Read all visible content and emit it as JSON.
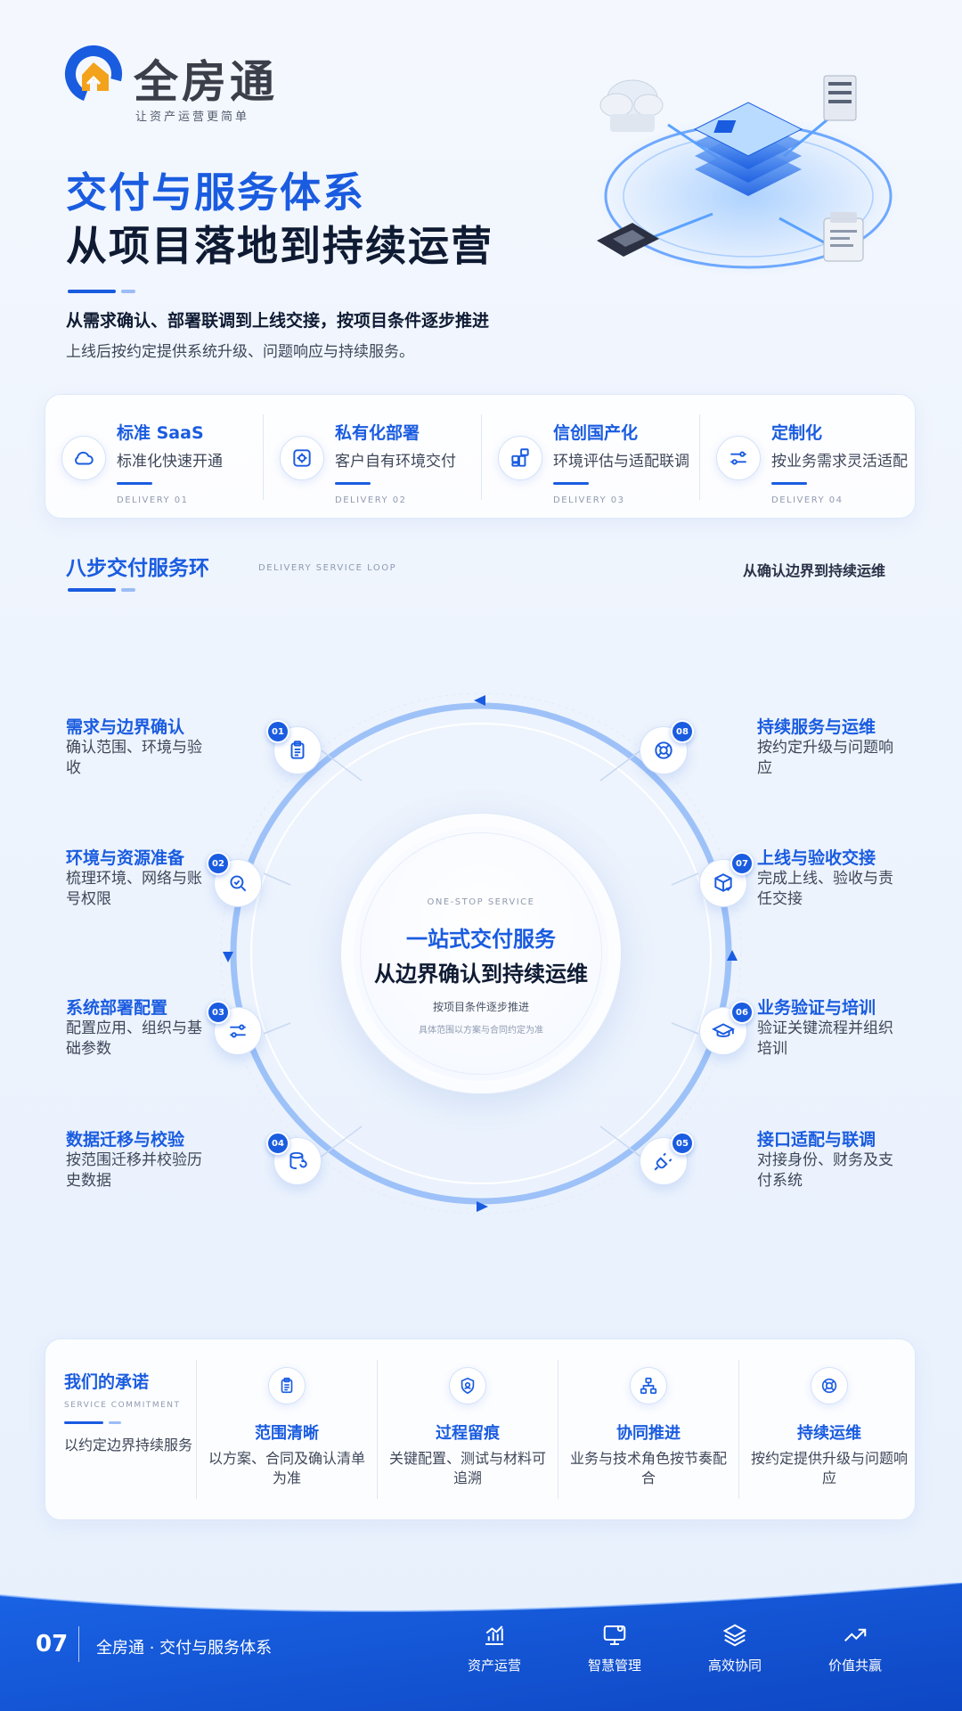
{
  "brand": {
    "name": "全房通",
    "slogan": "让资产运营更简单"
  },
  "header": {
    "title_line1": "交付与服务体系",
    "title_line2": "从项目落地到持续运营",
    "lead_bold": "从需求确认、部署联调到上线交接，按项目条件逐步推进",
    "lead_sub": "上线后按约定提供系统升级、问题响应与持续服务。"
  },
  "delivery_modes": [
    {
      "title": "标准 SaaS",
      "desc": "标准化快速开通",
      "code": "DELIVERY 01",
      "icon": "cloud-icon"
    },
    {
      "title": "私有化部署",
      "desc": "客户自有环境交付",
      "code": "DELIVERY 02",
      "icon": "server-gear-icon"
    },
    {
      "title": "信创国产化",
      "desc": "环境评估与适配联调",
      "code": "DELIVERY 03",
      "icon": "grid-plus-icon"
    },
    {
      "title": "定制化",
      "desc": "按业务需求灵活适配",
      "code": "DELIVERY 04",
      "icon": "sliders-icon"
    }
  ],
  "loop_section": {
    "title": "八步交付服务环",
    "subtitle_en": "DELIVERY SERVICE LOOP",
    "right_note": "从确认边界到持续运维"
  },
  "hub": {
    "en": "ONE-STOP SERVICE",
    "title1": "一站式交付服务",
    "title2": "从边界确认到持续运维",
    "sub1": "按项目条件逐步推进",
    "sub2": "具体范围以方案与合同约定为准"
  },
  "steps": [
    {
      "num": "01",
      "title": "需求与边界确认",
      "desc": "确认范围、环境与验收",
      "icon": "clipboard-icon"
    },
    {
      "num": "02",
      "title": "环境与资源准备",
      "desc": "梳理环境、网络与账号权限",
      "icon": "search-check-icon"
    },
    {
      "num": "03",
      "title": "系统部署配置",
      "desc": "配置应用、组织与基础参数",
      "icon": "sliders-icon"
    },
    {
      "num": "04",
      "title": "数据迁移与校验",
      "desc": "按范围迁移并校验历史数据",
      "icon": "database-sync-icon"
    },
    {
      "num": "05",
      "title": "接口适配与联调",
      "desc": "对接身份、财务及支付系统",
      "icon": "plug-icon"
    },
    {
      "num": "06",
      "title": "业务验证与培训",
      "desc": "验证关键流程并组织培训",
      "icon": "graduation-cap-icon"
    },
    {
      "num": "07",
      "title": "上线与验收交接",
      "desc": "完成上线、验收与责任交接",
      "icon": "package-check-icon"
    },
    {
      "num": "08",
      "title": "持续服务与运维",
      "desc": "按约定升级与问题响应",
      "icon": "lifebuoy-icon"
    }
  ],
  "commitment": {
    "title": "我们的承诺",
    "subtitle_en": "SERVICE COMMITMENT",
    "sub": "以约定边界持续服务",
    "items": [
      {
        "title": "范围清晰",
        "desc": "以方案、合同及确认清单为准",
        "icon": "clipboard-icon"
      },
      {
        "title": "过程留痕",
        "desc": "关键配置、测试与材料可追溯",
        "icon": "shield-icon"
      },
      {
        "title": "协同推进",
        "desc": "业务与技术角色按节奏配合",
        "icon": "org-chart-icon"
      },
      {
        "title": "持续运维",
        "desc": "按约定提供升级与问题响应",
        "icon": "lifebuoy-icon"
      }
    ]
  },
  "footer": {
    "page_number": "07",
    "title": "全房通 · 交付与服务体系",
    "nav": [
      {
        "label": "资产运营",
        "icon": "bar-chart-icon"
      },
      {
        "label": "智慧管理",
        "icon": "monitor-gear-icon"
      },
      {
        "label": "高效协同",
        "icon": "layers-icon"
      },
      {
        "label": "价值共赢",
        "icon": "trend-up-icon"
      }
    ]
  },
  "colors": {
    "accent": "#1a5ce0",
    "ink": "#0f1b33",
    "footer_blue": "#1556d6"
  }
}
